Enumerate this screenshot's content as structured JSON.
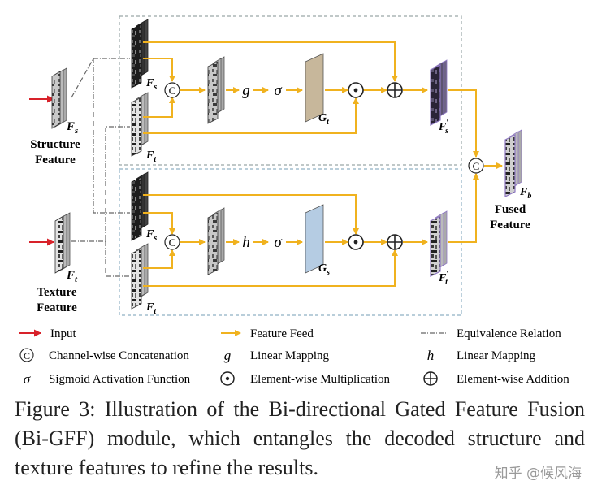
{
  "labels": {
    "structure_feature_l1": "Structure",
    "structure_feature_l2": "Feature",
    "texture_feature_l1": "Texture",
    "texture_feature_l2": "Feature",
    "fused_feature_l1": "Fused",
    "fused_feature_l2": "Feature"
  },
  "symbols": {
    "Fs": "F",
    "Fs_sub": "s",
    "Ft": "F",
    "Ft_sub": "t",
    "Fb": "F",
    "Fb_sub": "b",
    "Gt": "G",
    "Gt_sub": "t",
    "Gs": "G",
    "Gs_sub": "s",
    "prime": "′",
    "g": "g",
    "h": "h",
    "sigma": "σ",
    "concat": "C",
    "odot": "⊙",
    "oplus": "⊕"
  },
  "legend": {
    "input": "Input",
    "feature_feed": "Feature Feed",
    "equivalence": "Equivalence Relation",
    "concat": "Channel-wise Concatenation",
    "g_map": "Linear Mapping",
    "h_map": "Linear Mapping",
    "sigmoid": "Sigmoid Activation Function",
    "mult": "Element-wise Multiplication",
    "add": "Element-wise Addition",
    "g_sym": "g",
    "h_sym": "h",
    "sigma_sym": "σ"
  },
  "caption": "Figure 3: Illustration of the Bi-directional Gated Feature Fusion (Bi-GFF) module, which entangles the decoded structure and texture features to refine the results.",
  "watermark": "知乎 @候风海",
  "colors": {
    "feed": "#f0b21f",
    "input": "#d8222a",
    "box_border": "#9aa6a8",
    "fprime": "#8f79c2",
    "gt_fill": "#c7b79b",
    "gs_fill": "#b5cce3"
  }
}
